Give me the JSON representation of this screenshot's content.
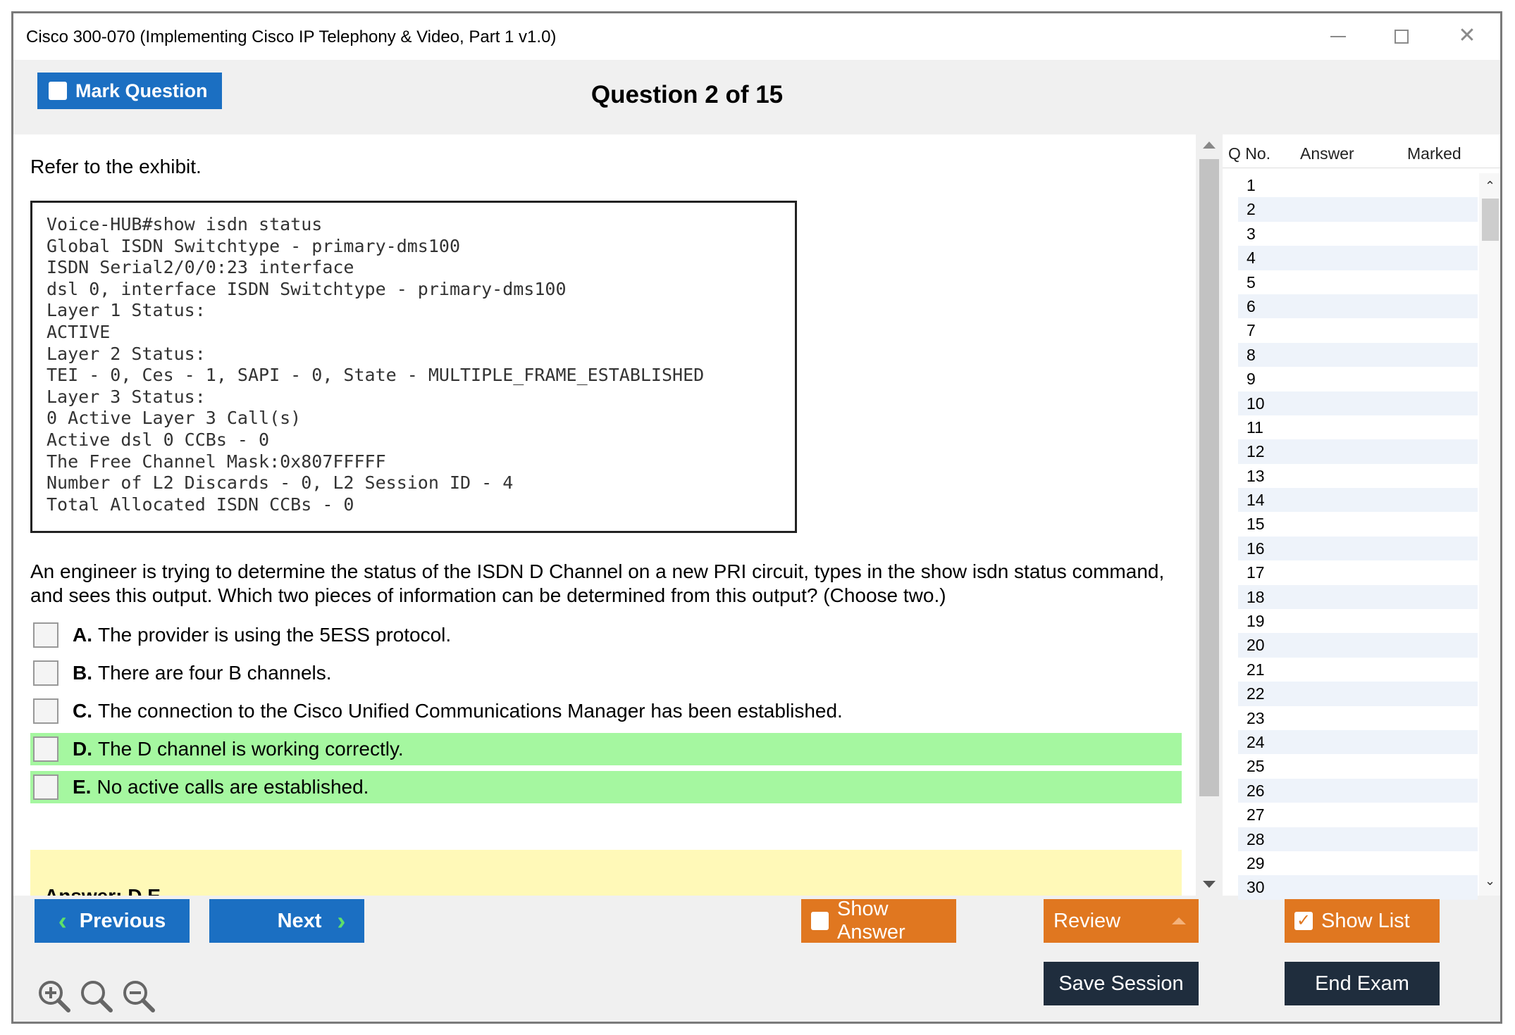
{
  "window": {
    "title": "Cisco 300-070 (Implementing Cisco IP Telephony & Video, Part 1 v1.0)"
  },
  "header": {
    "mark_label": "Mark Question",
    "question_title": "Question 2 of 15"
  },
  "question": {
    "intro": "Refer to the exhibit.",
    "exhibit": "Voice-HUB#show isdn status\nGlobal ISDN Switchtype - primary-dms100\nISDN Serial2/0/0:23 interface\ndsl 0, interface ISDN Switchtype - primary-dms100\nLayer 1 Status:\nACTIVE\nLayer 2 Status:\nTEI - 0, Ces - 1, SAPI - 0, State - MULTIPLE_FRAME_ESTABLISHED\nLayer 3 Status:\n0 Active Layer 3 Call(s)\nActive dsl 0 CCBs - 0\nThe Free Channel Mask:0x807FFFFF\nNumber of L2 Discards - 0, L2 Session ID - 4\nTotal Allocated ISDN CCBs - 0",
    "text": "An engineer is trying to determine the status of the ISDN D Channel on a new PRI circuit, types in the show isdn status command, and sees this output. Which two pieces of information can be determined from this output? (Choose two.)",
    "options": [
      {
        "letter": "A.",
        "text": "The provider is using the 5ESS protocol."
      },
      {
        "letter": "B.",
        "text": "There are four B channels."
      },
      {
        "letter": "C.",
        "text": "The connection to the Cisco Unified Communications Manager has been established."
      },
      {
        "letter": "D.",
        "text": "The D channel is working correctly."
      },
      {
        "letter": "E.",
        "text": "No active calls are established."
      }
    ],
    "answer": "Answer: D,E"
  },
  "qlist": {
    "headers": {
      "qno": "Q No.",
      "answer": "Answer",
      "marked": "Marked"
    },
    "numbers": [
      "1",
      "2",
      "3",
      "4",
      "5",
      "6",
      "7",
      "8",
      "9",
      "10",
      "11",
      "12",
      "13",
      "14",
      "15",
      "16",
      "17",
      "18",
      "19",
      "20",
      "21",
      "22",
      "23",
      "24",
      "25",
      "26",
      "27",
      "28",
      "29",
      "30"
    ]
  },
  "toolbar": {
    "previous": "Previous",
    "next": "Next",
    "show_answer": "Show Answer",
    "review": "Review",
    "show_list": "Show List",
    "save_session": "Save Session",
    "end_exam": "End Exam"
  },
  "colors": {
    "primary_blue": "#1b6fc2",
    "orange": "#e07720",
    "dark_navy": "#1f2d3d",
    "correct_green": "#a5f7a0",
    "answer_yellow": "#fff9b8"
  },
  "icons": [
    "zoom-in-icon",
    "zoom-reset-icon",
    "zoom-out-icon"
  ]
}
